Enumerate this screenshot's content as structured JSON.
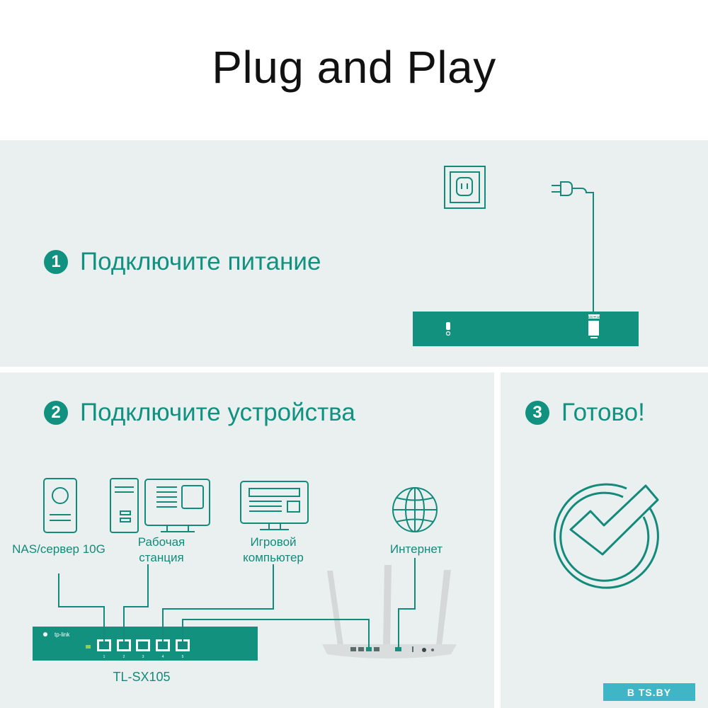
{
  "title": "Plug and Play",
  "steps": [
    {
      "number": "1",
      "text": "Подключите питание"
    },
    {
      "number": "2",
      "text": "Подключите устройства"
    },
    {
      "number": "3",
      "text": "Готово!"
    }
  ],
  "devices": {
    "nas": "NAS/сервер 10G",
    "workstation_line1": "Рабочая",
    "workstation_line2": "станция",
    "gaming_line1": "Игровой",
    "gaming_line2": "компьютер",
    "internet": "Интернет"
  },
  "switch_model": "TL-SX105",
  "switch_brand": "tp-link",
  "ports": [
    "1",
    "2",
    "3",
    "4",
    "5"
  ],
  "power_label": "12V ⎓ 1A",
  "watermark": "B TS.BY",
  "colors": {
    "accent": "#11917f",
    "panel": "#eaf0f0",
    "line": "#128a7c",
    "router": "#d6dada"
  },
  "icons": [
    "power-outlet-icon",
    "power-plug-icon",
    "nas-icon",
    "workstation-icon",
    "gaming-pc-icon",
    "globe-icon",
    "checkmark-icon",
    "router-icon",
    "switch-icon"
  ]
}
